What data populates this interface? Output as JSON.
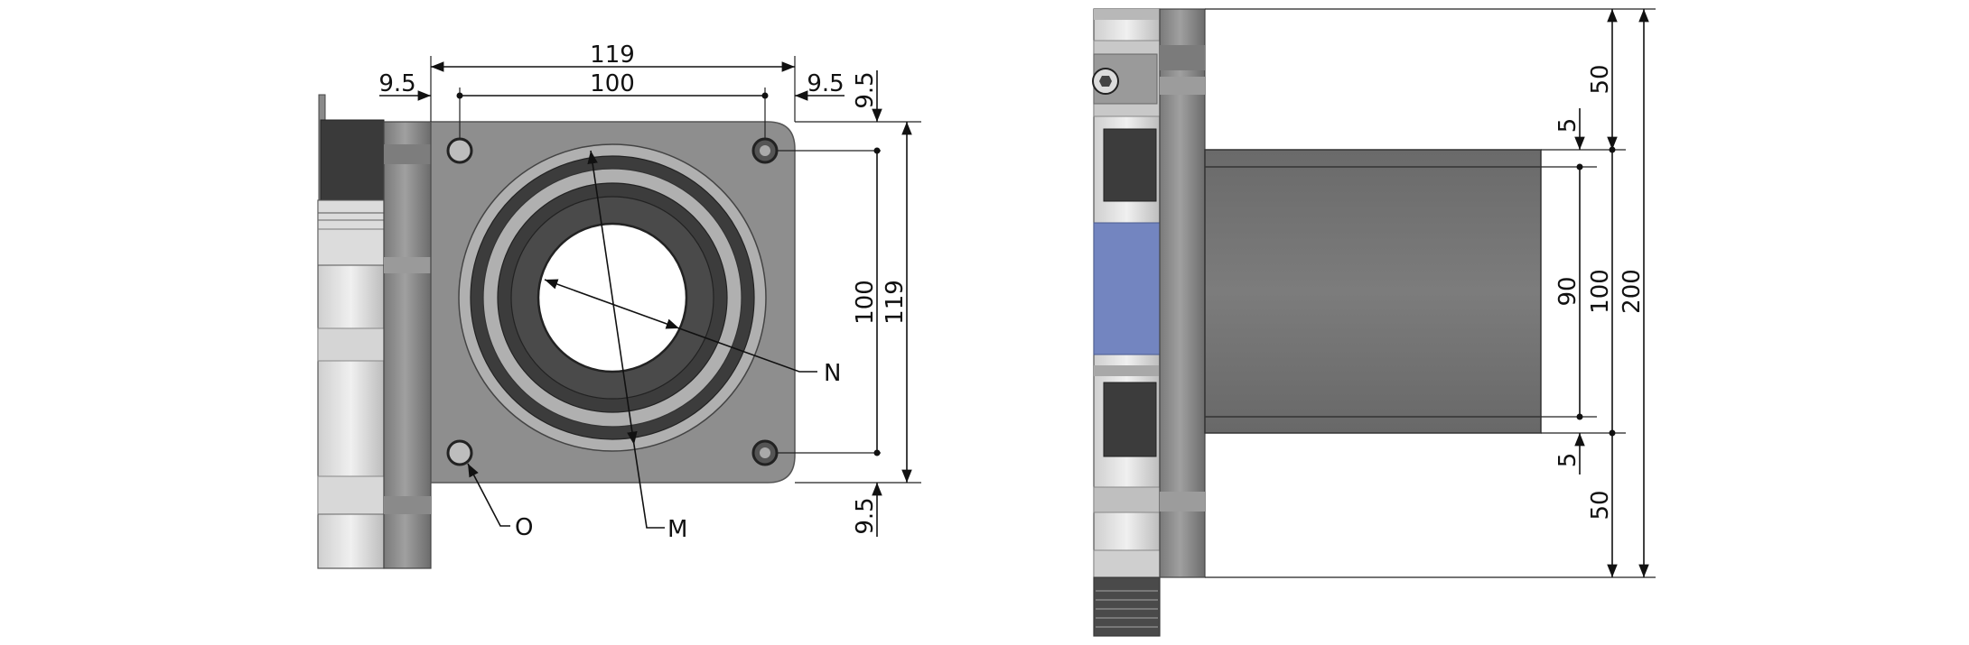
{
  "front_view": {
    "dims": {
      "overall_width": "119",
      "hole_spacing_h": "100",
      "left_edge_offset": "9.5",
      "right_edge_offset": "9.5",
      "top_edge_offset": "9.5",
      "bottom_edge_offset": "9.5",
      "hole_spacing_v": "100",
      "overall_height": "119"
    },
    "callouts": {
      "n": "N",
      "m": "M",
      "o": "O"
    }
  },
  "side_view": {
    "dims": {
      "top_section": "50",
      "top_gap": "5",
      "inner": "90",
      "mid": "100",
      "overall": "200",
      "bottom_gap": "5",
      "bottom_section": "50"
    }
  },
  "colors": {
    "plate": "#8e8e8e",
    "plate_edge": "#5a5a5a",
    "ring_dark": "#3c3c3c",
    "ring_light": "#b0b0b0",
    "body_light": "#e2e2e2",
    "blue_panel": "#7385c0",
    "dim_line": "#111111"
  }
}
